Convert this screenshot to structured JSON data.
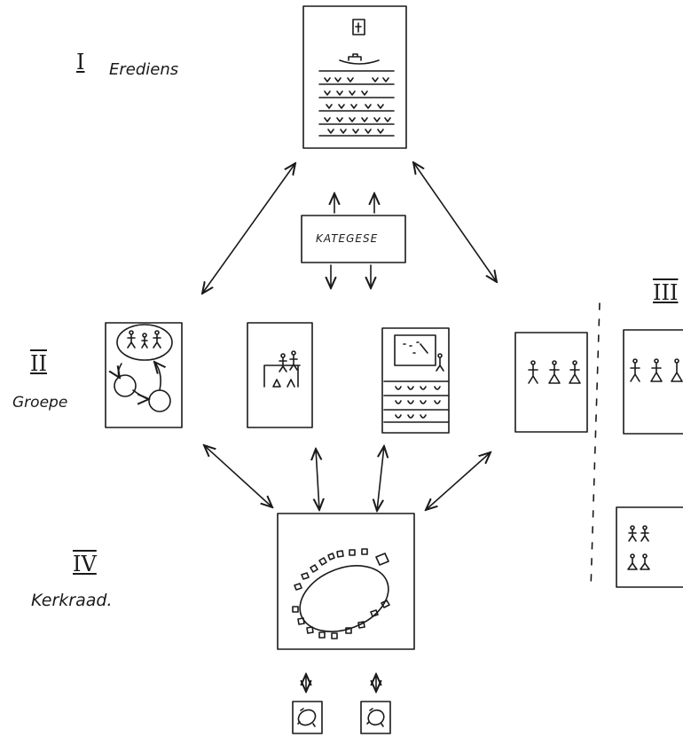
{
  "sections": {
    "eredienst": {
      "numeral": "I",
      "label": "Erediens"
    },
    "groepe": {
      "numeral": "II",
      "label": "Groepe"
    },
    "other": {
      "numeral": "III"
    },
    "kerkraad": {
      "numeral": "IV",
      "label": "Kerkraad."
    }
  },
  "center_box": {
    "label": "KATEGESE"
  },
  "colors": {
    "ink": "#1a1a1a",
    "paper": "#ffffff"
  }
}
